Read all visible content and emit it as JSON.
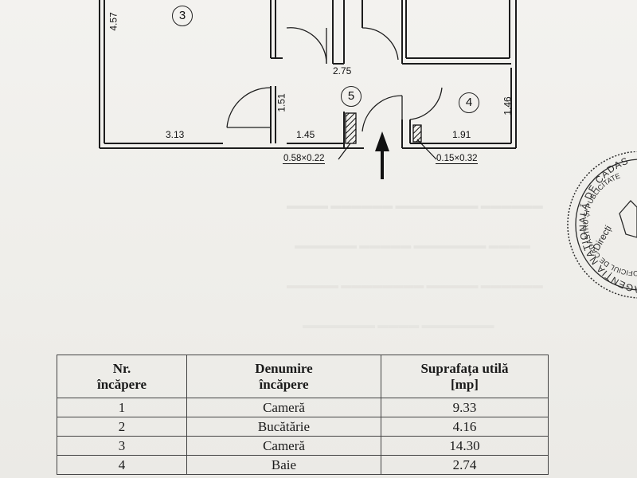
{
  "floor_plan": {
    "rooms": [
      {
        "number": "3"
      },
      {
        "number": "4"
      },
      {
        "number": "5"
      }
    ],
    "dimensions": {
      "d_457": "4.57",
      "d_313": "3.13",
      "d_151": "1.51",
      "d_145": "1.45",
      "d_275": "2.75",
      "d_146": "1.46",
      "d_191": "1.91"
    },
    "chimneys": {
      "left": "0.58×0.22",
      "right": "0.15×0.32"
    }
  },
  "stamp": {
    "text": "AGENȚIA NAȚIONALĂ DE CADASTRU ȘI PUBLICITATE IMOBILIARĂ",
    "inner": "OFICIUL DE CADASTRU ȘI PUBLICITATE",
    "center": "Direcți"
  },
  "table": {
    "headers": {
      "nr_line1": "Nr.",
      "nr_line2": "încăpere",
      "name_line1": "Denumire",
      "name_line2": "încăpere",
      "area_line1": "Suprafața utilă",
      "area_line2": "[mp]"
    },
    "rows": [
      {
        "nr": "1",
        "name": "Cameră",
        "area": "9.33"
      },
      {
        "nr": "2",
        "name": "Bucătărie",
        "area": "4.16"
      },
      {
        "nr": "3",
        "name": "Cameră",
        "area": "14.30"
      },
      {
        "nr": "4",
        "name": "Baie",
        "area": "2.74"
      }
    ]
  }
}
